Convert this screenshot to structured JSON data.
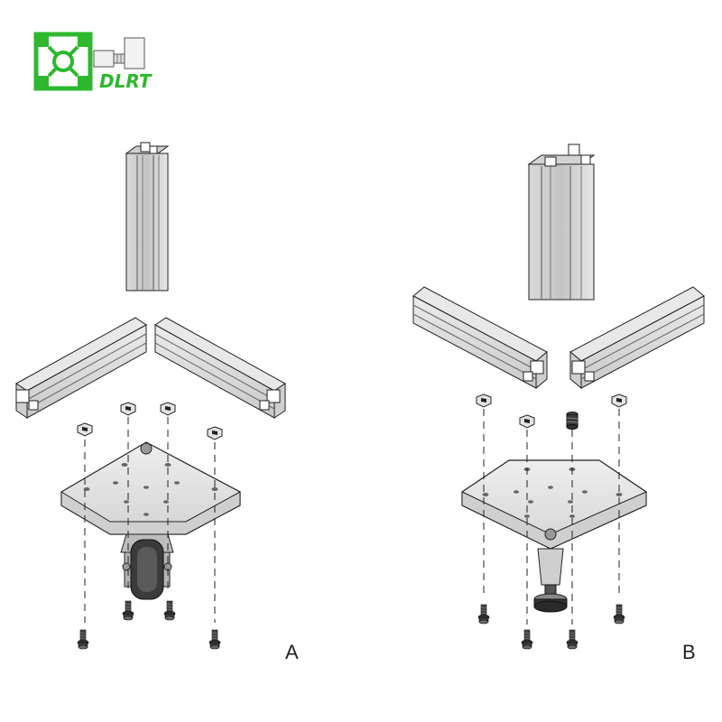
{
  "logo": {
    "text": "DLRT",
    "brand_color": "#2db82d"
  },
  "panels": [
    {
      "label": "A",
      "foot_type": "caster-wheel"
    },
    {
      "label": "B",
      "foot_type": "leveling-foot"
    }
  ],
  "colors": {
    "aluminum_light": "#e2e2e2",
    "aluminum_mid": "#c8c8c8",
    "aluminum_dark": "#9a9a9a",
    "outline": "#222222",
    "hardware": "#3a3a3a"
  },
  "icons": [
    "aluminum-profile-icon",
    "corner-plate-icon",
    "t-nut-icon",
    "bolt-icon",
    "caster-wheel-icon",
    "leveling-foot-icon"
  ]
}
